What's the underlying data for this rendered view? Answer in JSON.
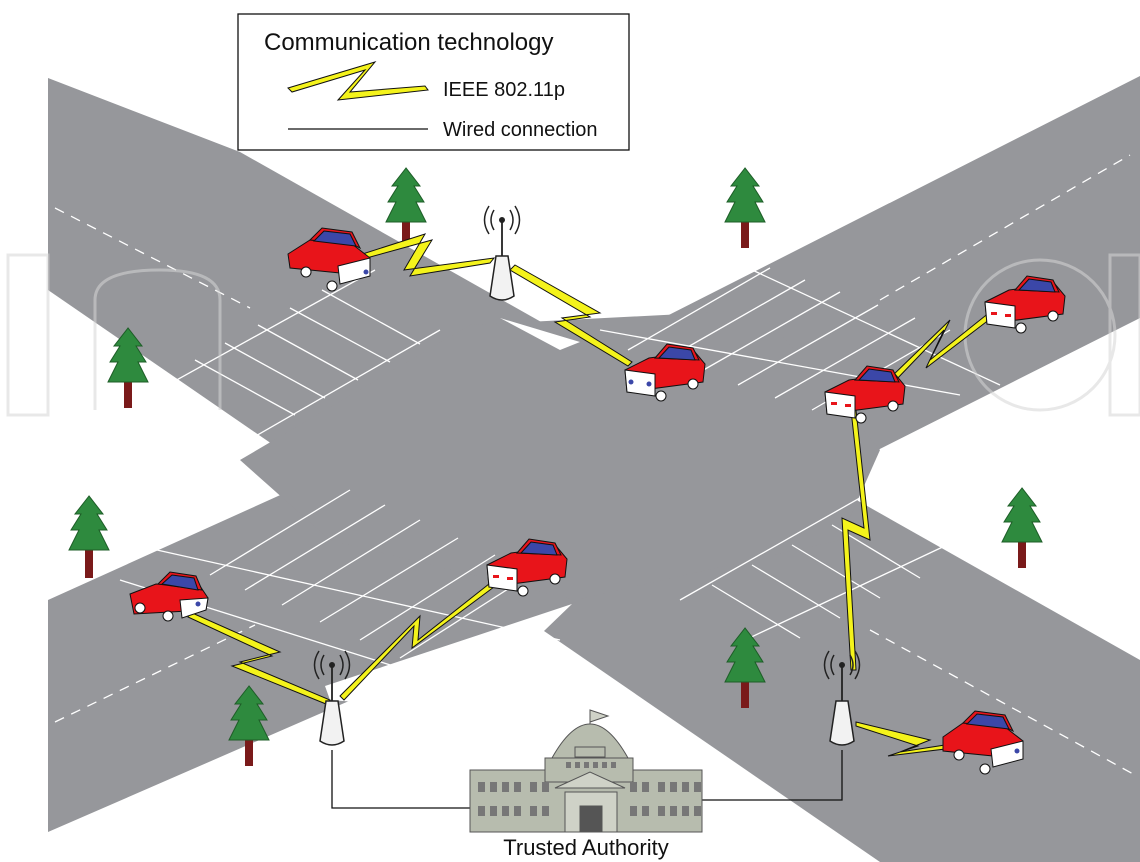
{
  "legend": {
    "title": "Communication technology",
    "wireless_label": "IEEE 802.11p",
    "wired_label": "Wired connection"
  },
  "authority_label": "Trusted Authority",
  "colors": {
    "road": "#96979b",
    "road_marking": "#ffffff",
    "car_body": "#e8141a",
    "car_window": "#3b47a8",
    "wireless_link": "#f4f31b",
    "tree": "#2e8a3e",
    "trunk": "#7a1a1a",
    "building": "#b7bcae"
  }
}
